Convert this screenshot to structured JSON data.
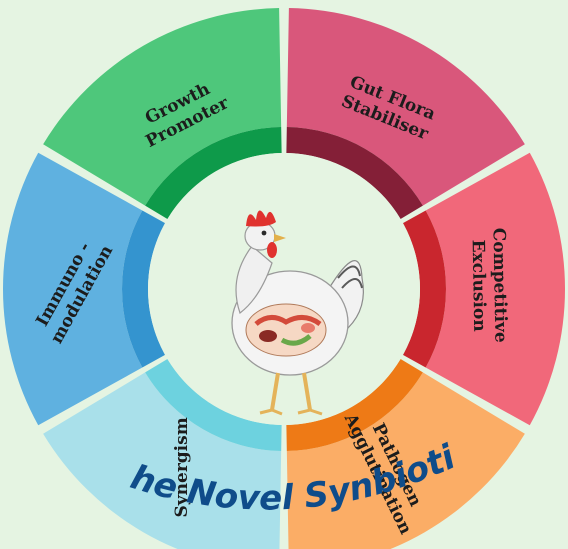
{
  "segments": [
    {
      "id": "growth",
      "lines": [
        "Growth",
        "Promoter"
      ],
      "outer": "#4ec77b",
      "inner": "#0e9a4a"
    },
    {
      "id": "gut",
      "lines": [
        "Gut Flora",
        "Stabiliser"
      ],
      "outer": "#d9577b",
      "inner": "#841f37"
    },
    {
      "id": "competitive",
      "lines": [
        "Competitive",
        "Exclusion"
      ],
      "outer": "#f1687a",
      "inner": "#c9262e"
    },
    {
      "id": "pathogen",
      "lines": [
        "Pathogen",
        "Agglutination"
      ],
      "outer": "#fbad66",
      "inner": "#ee7a16"
    },
    {
      "id": "synergism",
      "lines": [
        "Synergism"
      ],
      "outer": "#a9e0ea",
      "inner": "#6dd2df"
    },
    {
      "id": "immuno",
      "lines": [
        "Immuno -",
        "modulation"
      ],
      "outer": "#5fb1e0",
      "inner": "#3494cf"
    }
  ],
  "title": "The Novel Synbiotic",
  "center_image": "chicken-illustration",
  "colors": {
    "background": "#e5f4e2",
    "hub": "#e5f4e2",
    "title": "#0f4c8a"
  }
}
